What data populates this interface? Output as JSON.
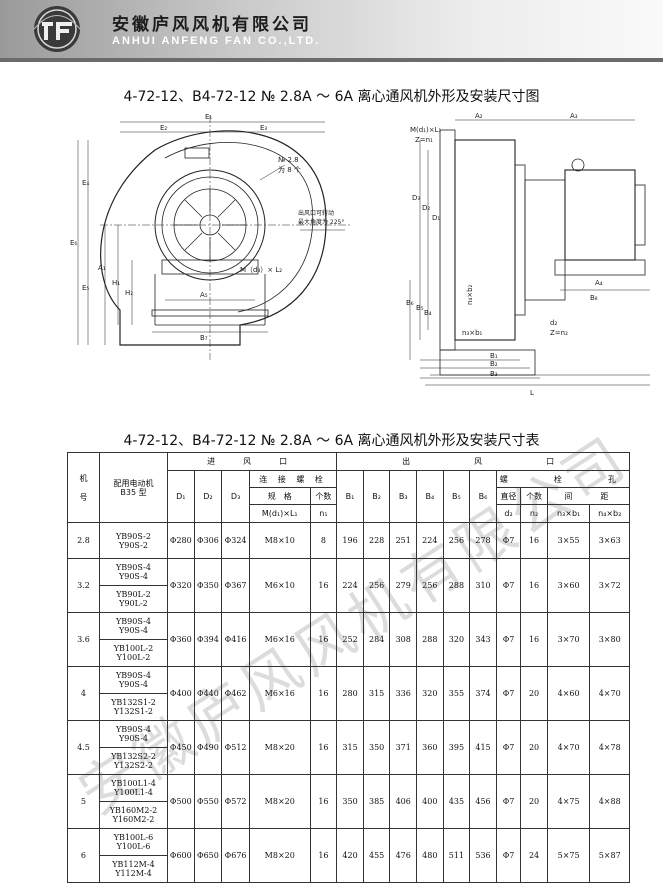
{
  "header": {
    "company_cn": "安徽庐风风机有限公司",
    "company_en": "ANHUI ANFENG FAN CO.,LTD."
  },
  "drawing": {
    "title": "4-72-12、B4-72-12 № 2.8A ～ 6A 离心通风机外形及安装尺寸图",
    "labels": {
      "E1": "E₁",
      "E2": "E₂",
      "E3": "E₃",
      "E4": "E₄",
      "E5": "E₅",
      "E6": "E₆",
      "A1": "A₁",
      "A2": "A₂",
      "A3": "A₃",
      "A4": "A₄",
      "A5": "A₅",
      "H1": "H₁",
      "H2": "H₂",
      "B1": "B₁",
      "B2": "B₂",
      "B3": "B₃",
      "B4": "B₄",
      "B5": "B₅",
      "B6": "B₆",
      "B7": "B₇",
      "B8": "B₈",
      "D1": "D₁",
      "D2": "D₂",
      "D3": "D₃",
      "L": "L",
      "L1": "L₁",
      "L2": "L₂"
    },
    "no_note": "№ 2.8",
    "hole_note": "为 8 个",
    "rotate_note1": "出风口可转动",
    "rotate_note2": "最大角度为 225°",
    "bolt_note": "M（d₃）× L₂",
    "flange_note1": "M(d₁)×L₁",
    "flange_note2": "Z=n₁",
    "hole_note2": "d₂",
    "hole_note3": "Z=n₂",
    "pitch_note": "n₃×b₁",
    "pitch_note2": "n₄×b₂"
  },
  "table": {
    "title": "4-72-12、B4-72-12 № 2.8A ～ 6A 离心通风机外形及安装尺寸表",
    "h_machine": [
      "机",
      "号"
    ],
    "h_motor": [
      "配用电动机",
      "B35 型"
    ],
    "h_inlet": "进　风　口",
    "h_outlet": "出　　　风　　　口",
    "h_D1": "D₁",
    "h_D2": "D₂",
    "h_D3": "D₃",
    "h_bolt": "连 接 螺 栓",
    "h_spec": "规　格",
    "h_count": "个数",
    "h_specsub": "M(d₁)×L₁",
    "h_n1": "n₁",
    "h_B1": "B₁",
    "h_B2": "B₂",
    "h_B3": "B₃",
    "h_B4": "B₄",
    "h_B5": "B₅",
    "h_B6": "B₆",
    "h_hole": "螺　　栓　　孔",
    "h_dia": "直径",
    "h_cnt2": "个数",
    "h_pitch": "间　　距",
    "h_d2": "d₂",
    "h_n2": "n₂",
    "h_n3b1": "n₃×b₁",
    "h_n4b2": "n₄×b₂",
    "rows": [
      {
        "no": "2.8",
        "motors": [
          "YB90S-2\nY90S-2"
        ],
        "D1": "Φ280",
        "D2": "Φ306",
        "D3": "Φ324",
        "spec": "M8×10",
        "n1": "8",
        "B1": "196",
        "B2": "228",
        "B3": "251",
        "B4": "224",
        "B5": "256",
        "B6": "278",
        "d2": "Φ7",
        "n2": "16",
        "n3b1": "3×55",
        "n4b2": "3×63"
      },
      {
        "no": "3.2",
        "motors": [
          "YB90S-4\nY90S-4",
          "YB90L-2\nY90L-2"
        ],
        "D1": "Φ320",
        "D2": "Φ350",
        "D3": "Φ367",
        "spec": "M6×10",
        "n1": "16",
        "B1": "224",
        "B2": "256",
        "B3": "279",
        "B4": "256",
        "B5": "288",
        "B6": "310",
        "d2": "Φ7",
        "n2": "16",
        "n3b1": "3×60",
        "n4b2": "3×72"
      },
      {
        "no": "3.6",
        "motors": [
          "YB90S-4\nY90S-4",
          "YB100L-2\nY100L-2"
        ],
        "D1": "Φ360",
        "D2": "Φ394",
        "D3": "Φ416",
        "spec": "M6×16",
        "n1": "16",
        "B1": "252",
        "B2": "284",
        "B3": "308",
        "B4": "288",
        "B5": "320",
        "B6": "343",
        "d2": "Φ7",
        "n2": "16",
        "n3b1": "3×70",
        "n4b2": "3×80"
      },
      {
        "no": "4",
        "motors": [
          "YB90S-4\nY90S-4",
          "YB132S1-2\nY132S1-2"
        ],
        "D1": "Φ400",
        "D2": "Φ440",
        "D3": "Φ462",
        "spec": "M6×16",
        "n1": "16",
        "B1": "280",
        "B2": "315",
        "B3": "336",
        "B4": "320",
        "B5": "355",
        "B6": "374",
        "d2": "Φ7",
        "n2": "20",
        "n3b1": "4×60",
        "n4b2": "4×70"
      },
      {
        "no": "4.5",
        "motors": [
          "YB90S-4\nY90S-4",
          "YB132S2-2\nY132S2-2"
        ],
        "D1": "Φ450",
        "D2": "Φ490",
        "D3": "Φ512",
        "spec": "M8×20",
        "n1": "16",
        "B1": "315",
        "B2": "350",
        "B3": "371",
        "B4": "360",
        "B5": "395",
        "B6": "415",
        "d2": "Φ7",
        "n2": "20",
        "n3b1": "4×70",
        "n4b2": "4×78"
      },
      {
        "no": "5",
        "motors": [
          "YB100L1-4\nY100L1-4",
          "YB160M2-2\nY160M2-2"
        ],
        "D1": "Φ500",
        "D2": "Φ550",
        "D3": "Φ572",
        "spec": "M8×20",
        "n1": "16",
        "B1": "350",
        "B2": "385",
        "B3": "406",
        "B4": "400",
        "B5": "435",
        "B6": "456",
        "d2": "Φ7",
        "n2": "20",
        "n3b1": "4×75",
        "n4b2": "4×88"
      },
      {
        "no": "6",
        "motors": [
          "YB100L-6\nY100L-6",
          "YB112M-4\nY112M-4"
        ],
        "D1": "Φ600",
        "D2": "Φ650",
        "D3": "Φ676",
        "spec": "M8×20",
        "n1": "16",
        "B1": "420",
        "B2": "455",
        "B3": "476",
        "B4": "480",
        "B5": "511",
        "B6": "536",
        "d2": "Φ7",
        "n2": "24",
        "n3b1": "5×75",
        "n4b2": "5×87"
      }
    ]
  },
  "watermark": "安徽庐风风机有限公司"
}
